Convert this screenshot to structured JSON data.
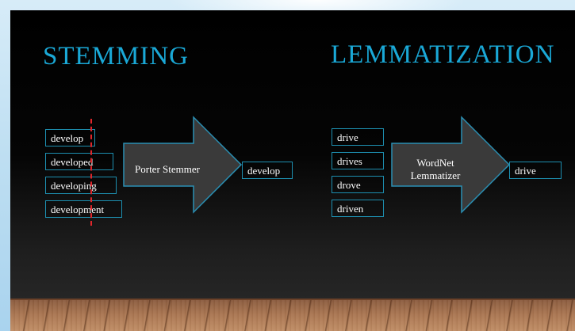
{
  "stemming": {
    "title": "STEMMING",
    "inputs": [
      "develop",
      "developed",
      "developing",
      "development"
    ],
    "process": "Porter Stemmer",
    "output": "develop"
  },
  "lemmatization": {
    "title": "LEMMATIZATION",
    "inputs": [
      "drive",
      "drives",
      "drove",
      "driven"
    ],
    "process_line1": "WordNet",
    "process_line2": "Lemmatizer",
    "output": "drive"
  },
  "colors": {
    "title": "#1aa8d6",
    "box_border": "#1d8fb0",
    "cut_line": "#e0262b",
    "arrow_fill": "#3a3a3a",
    "arrow_stroke": "#2a8fb3"
  }
}
